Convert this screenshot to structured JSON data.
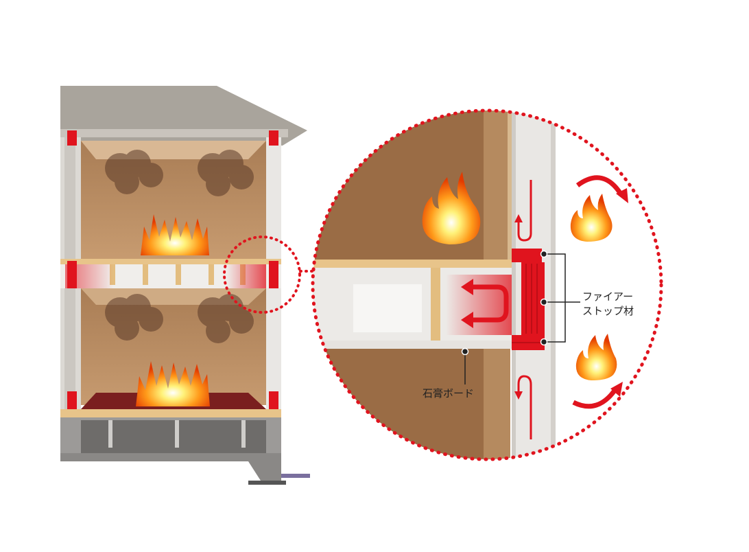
{
  "labels": {
    "fire_stop_line1": "ファイアー",
    "fire_stop_line2": "ストップ材",
    "gypsum_board": "石膏ボード"
  },
  "colors": {
    "accent_red": "#e0141e",
    "room_brown": "#b88a5e",
    "wall_white": "#e9e7e4",
    "roof_gray": "#a9a49c",
    "floor_wood": "#e8c48a",
    "foundation_gray": "#8f8f8f",
    "fire_orange": "#ff6a00",
    "fire_yellow": "#ffe14d",
    "smoke": "#5b3a28"
  },
  "icons": [
    "flame-icon",
    "smoke-cloud-icon",
    "curved-arrow-icon",
    "u-turn-arrow-icon",
    "callout-dot-icon"
  ]
}
